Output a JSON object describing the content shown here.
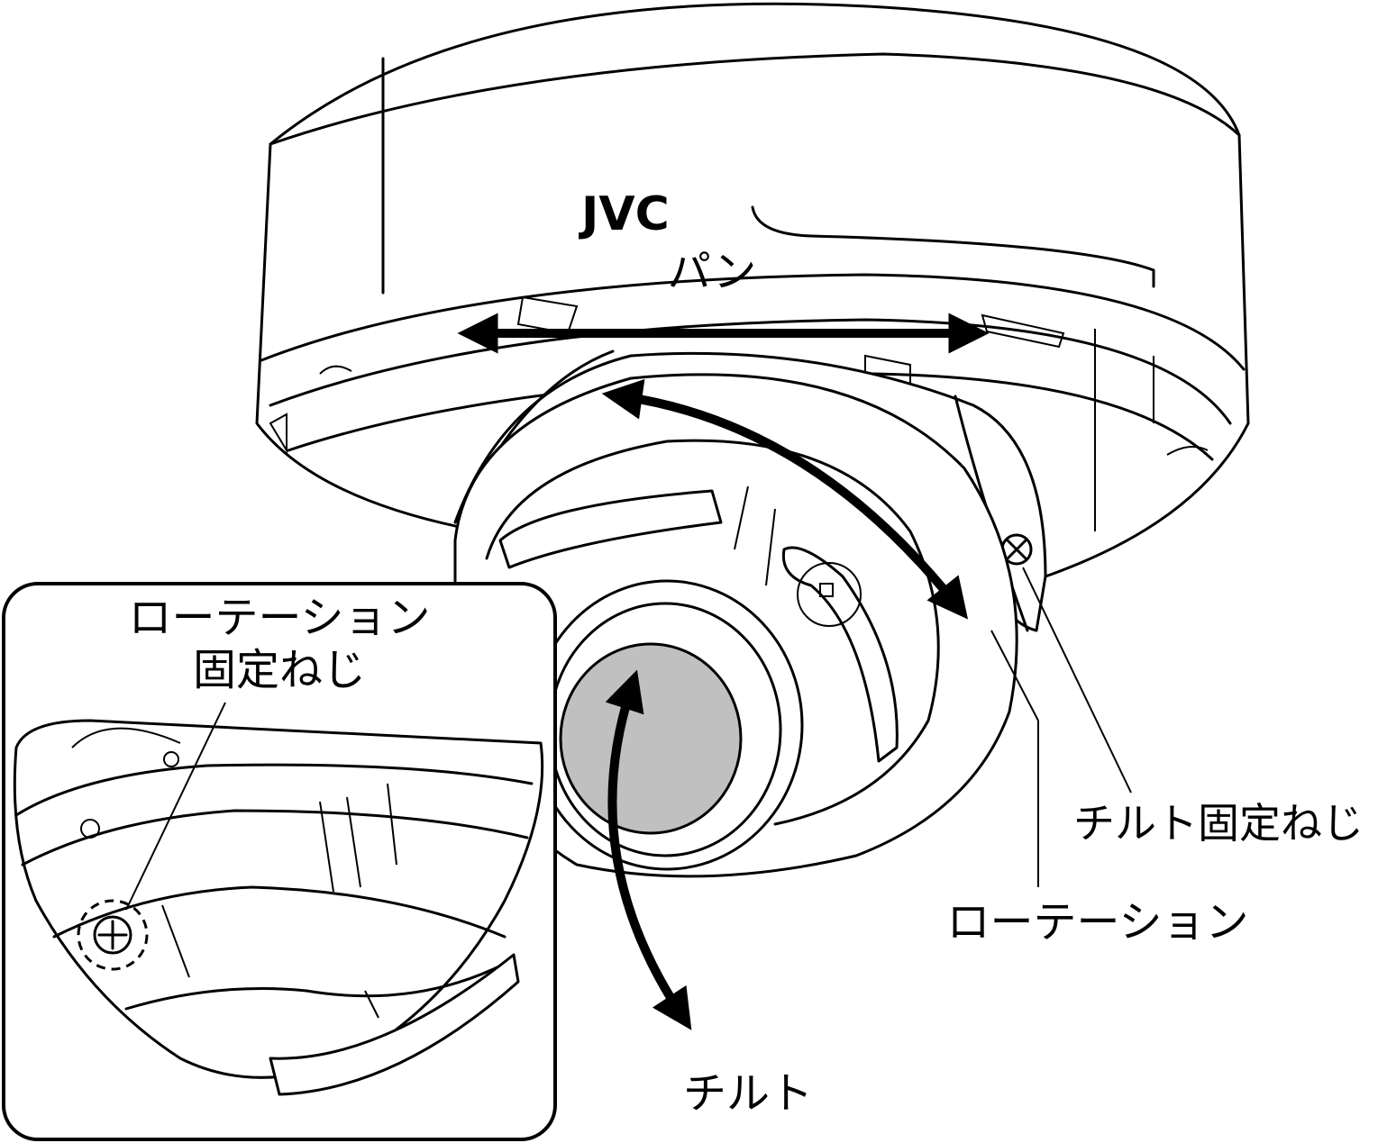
{
  "brand": "JVC",
  "labels": {
    "pan": "パン",
    "tilt": "チルト",
    "rotation": "ローテーション",
    "tilt_fix_screw": "チルト固定ねじ",
    "rotation_fix_screw_line1": "ローテーション",
    "rotation_fix_screw_line2": "固定ねじ"
  },
  "colors": {
    "line": "#000000",
    "background": "#ffffff",
    "lens_glass": "#c0c0c0"
  },
  "icons": [
    "double-arrow-icon",
    "curved-double-arrow-icon",
    "screw-icon"
  ]
}
